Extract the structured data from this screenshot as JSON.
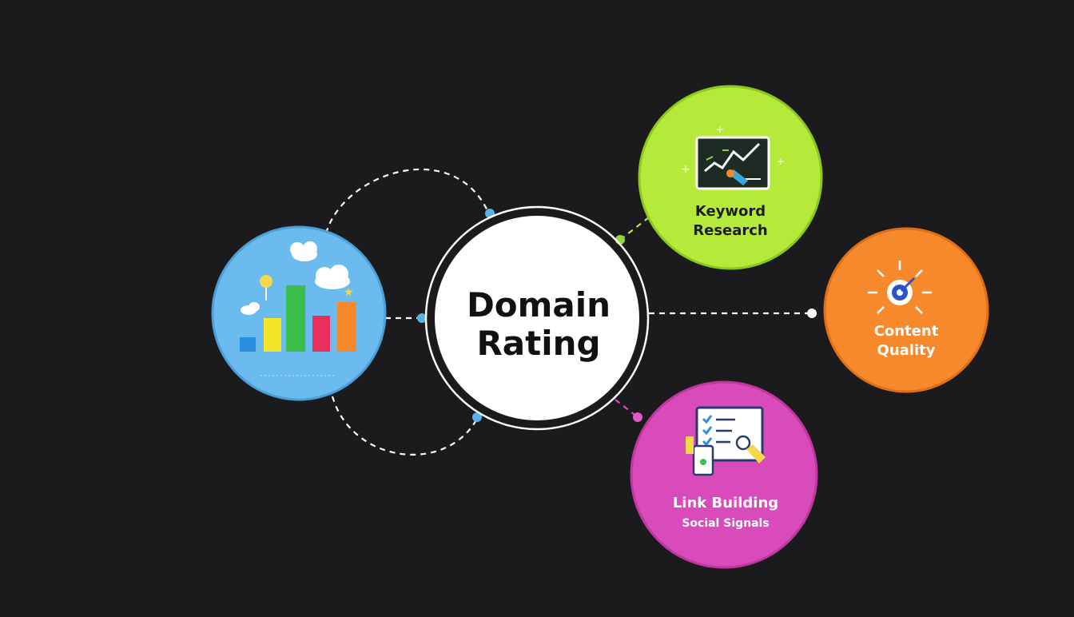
{
  "hub": {
    "line1": "Domain",
    "line2": "Rating"
  },
  "nodes": {
    "keyword": {
      "line1": "Keyword",
      "line2": "Research",
      "color": "#b6ea3a"
    },
    "content": {
      "line1": "Content",
      "line2": "Quality",
      "color": "#f5892c"
    },
    "link": {
      "line1": "Link Building",
      "line2": "Social Signals",
      "color": "#d94aba"
    },
    "analytics": {
      "color": "#6cbbee"
    }
  },
  "colors": {
    "background": "#1b1b1d",
    "hub_fill": "#ffffff",
    "connector": "#ffffff",
    "connector_dot_blue": "#5ab0e8"
  }
}
